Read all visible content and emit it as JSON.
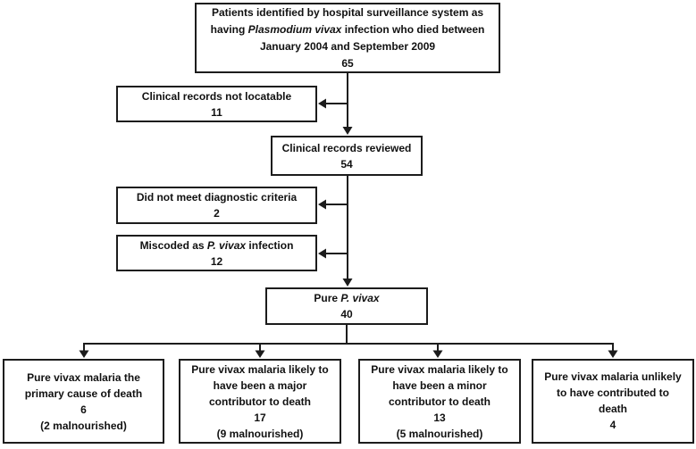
{
  "diagram": {
    "background_color": "#ffffff",
    "line_color": "#1c1c1c",
    "top_box": {
      "line1": "Patients identified by hospital surveillance system as",
      "line2_pre": "having ",
      "line2_italic": "Plasmodium vivax",
      "line2_post": " infection who died between",
      "line3": "January 2004 and September 2009",
      "count": "65"
    },
    "not_locatable_box": {
      "label": "Clinical records not locatable",
      "count": "11"
    },
    "reviewed_box": {
      "label": "Clinical records reviewed",
      "count": "54"
    },
    "diagnostic_box": {
      "label": "Did not meet diagnostic criteria",
      "count": "2"
    },
    "miscoded_box": {
      "label_pre": "Miscoded as ",
      "label_italic": "P. vivax",
      "label_post": " infection",
      "count": "12"
    },
    "pure_box": {
      "label_pre": "Pure ",
      "label_italic": "P. vivax",
      "count": "40"
    },
    "outcome_boxes": [
      {
        "lines": [
          "Pure vivax malaria the",
          "primary cause of death"
        ],
        "count": "6",
        "note": "(2 malnourished)"
      },
      {
        "lines": [
          "Pure vivax malaria likely to",
          "have been a major",
          "contributor to death"
        ],
        "count": "17",
        "note": "(9 malnourished)"
      },
      {
        "lines": [
          "Pure vivax malaria likely to",
          "have been a minor",
          "contributor to death"
        ],
        "count": "13",
        "note": "(5 malnourished)"
      },
      {
        "lines": [
          "Pure vivax malaria unlikely",
          "to have contributed to",
          "death"
        ],
        "count": "4",
        "note": ""
      }
    ]
  }
}
